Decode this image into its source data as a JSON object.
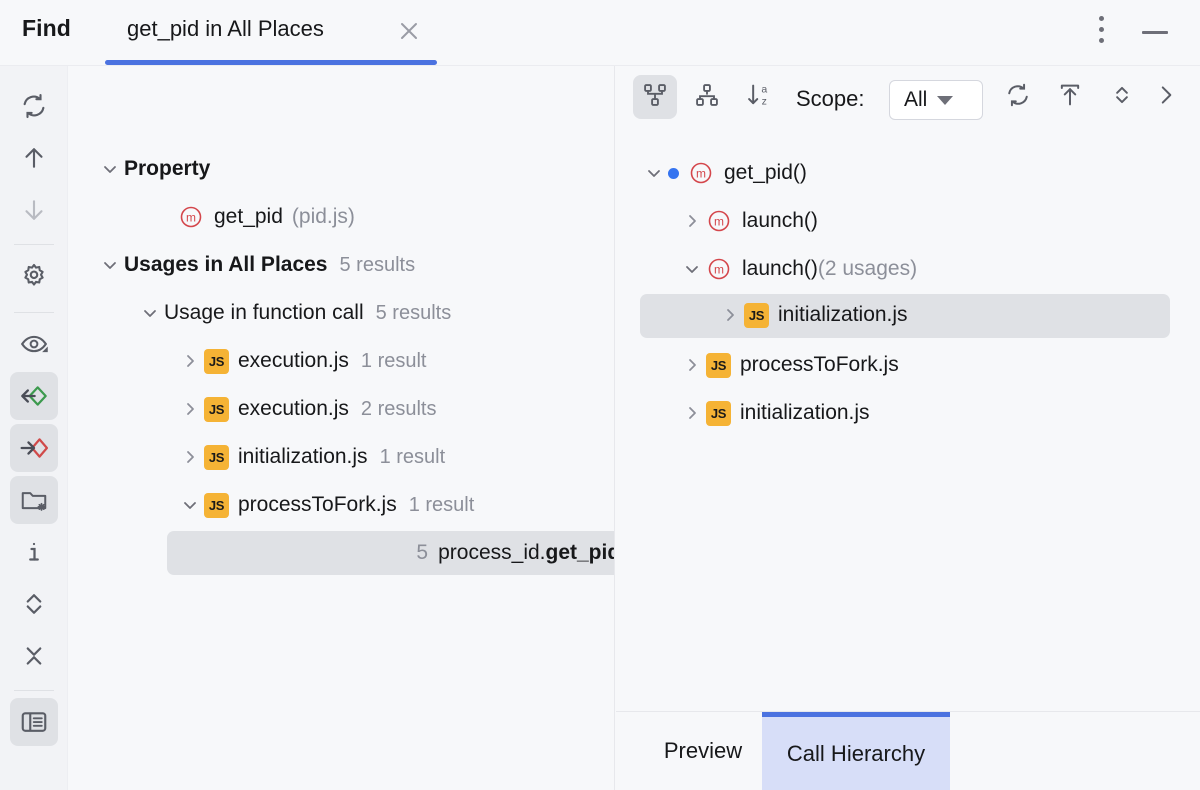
{
  "window": {
    "title": "Find",
    "tab": {
      "label": "get_pid in All Places",
      "close_icon": "close-icon"
    },
    "controls": {
      "menu_icon": "kebab-menu-icon",
      "minimize_icon": "minimize-icon"
    },
    "accent_color": "#4B72E0"
  },
  "left_toolbar": {
    "items": [
      {
        "name": "rerun-search-button",
        "icon": "refresh-icon",
        "active": false
      },
      {
        "name": "previous-occurrence-button",
        "icon": "arrow-up-icon",
        "active": false
      },
      {
        "name": "next-occurrence-button",
        "icon": "arrow-down-icon",
        "active": false
      },
      {
        "name": "settings-button",
        "icon": "gear-icon",
        "active": false
      },
      {
        "name": "preview-usages-button",
        "icon": "eye-icon",
        "active": false
      },
      {
        "name": "show-read-access-button",
        "icon": "read-access-icon",
        "active": true
      },
      {
        "name": "show-write-access-button",
        "icon": "write-access-icon",
        "active": true
      },
      {
        "name": "group-by-directory-button",
        "icon": "folder-star-icon",
        "active": true
      },
      {
        "name": "show-details-button",
        "icon": "info-icon",
        "active": false
      },
      {
        "name": "expand-all-button",
        "icon": "expand-all-icon",
        "active": false
      },
      {
        "name": "collapse-all-button",
        "icon": "collapse-all-icon",
        "active": false
      },
      {
        "name": "toggle-preview-panel-button",
        "icon": "preview-panel-icon",
        "active": true
      }
    ]
  },
  "results_tree": {
    "property_group": {
      "label": "Property",
      "expanded": true
    },
    "property_item": {
      "icon": "method-icon",
      "name": "get_pid",
      "file": "(pid.js)"
    },
    "usages_group": {
      "label": "Usages in All Places",
      "count": "5 results",
      "expanded": true
    },
    "usage_kind": {
      "label": "Usage in function call",
      "count": "5 results",
      "expanded": true
    },
    "files": [
      {
        "icon": "js-file-icon",
        "badge": "JS",
        "name": "execution.js",
        "count": "1 result",
        "expanded": false
      },
      {
        "icon": "js-file-icon",
        "badge": "JS",
        "name": "execution.js",
        "count": "2 results",
        "expanded": false
      },
      {
        "icon": "js-file-icon",
        "badge": "JS",
        "name": "initialization.js",
        "count": "1 result",
        "expanded": false
      },
      {
        "icon": "js-file-icon",
        "badge": "JS",
        "name": "processToFork.js",
        "count": "1 result",
        "expanded": true
      }
    ],
    "code_match": {
      "line_number": "5",
      "prefix": "process_id.",
      "match": "get_pid",
      "suffix": "();",
      "selected": true
    }
  },
  "hierarchy_toolbar": {
    "callers_button": {
      "label_icon": "callers-hierarchy-icon",
      "active": true
    },
    "callees_button": {
      "label_icon": "callees-hierarchy-icon",
      "active": false
    },
    "sort_button": {
      "label_icon": "sort-alphabetically-icon",
      "active": false
    },
    "scope_label": "Scope:",
    "scope_value": "All",
    "refresh_button": {
      "label_icon": "refresh-icon"
    },
    "export_button": {
      "label_icon": "export-to-file-icon"
    },
    "expand_button": {
      "label_icon": "expand-all-icon"
    },
    "more_button": {
      "label_icon": "chevron-right-icon"
    }
  },
  "hierarchy_tree": {
    "root": {
      "icon": "method-icon",
      "label": "get_pid()",
      "marker": "blue-dot",
      "expanded": true
    },
    "nodes": [
      {
        "icon": "method-icon",
        "label": "launch()",
        "usages": "",
        "expanded": false,
        "indent": 1,
        "selected": false,
        "type": "method"
      },
      {
        "icon": "method-icon",
        "label": "launch()",
        "usages": "(2 usages)",
        "expanded": true,
        "indent": 1,
        "selected": false,
        "type": "method"
      },
      {
        "icon": "js-file-icon",
        "badge": "JS",
        "label": "initialization.js",
        "usages": "",
        "expanded": false,
        "indent": 2,
        "selected": true,
        "type": "file"
      },
      {
        "icon": "js-file-icon",
        "badge": "JS",
        "label": "processToFork.js",
        "usages": "",
        "expanded": false,
        "indent": 1,
        "selected": false,
        "type": "file"
      },
      {
        "icon": "js-file-icon",
        "badge": "JS",
        "label": "initialization.js",
        "usages": "",
        "expanded": false,
        "indent": 1,
        "selected": false,
        "type": "file"
      }
    ]
  },
  "bottom_tabs": {
    "preview": "Preview",
    "call_hierarchy": "Call Hierarchy",
    "active": "Call Hierarchy"
  }
}
